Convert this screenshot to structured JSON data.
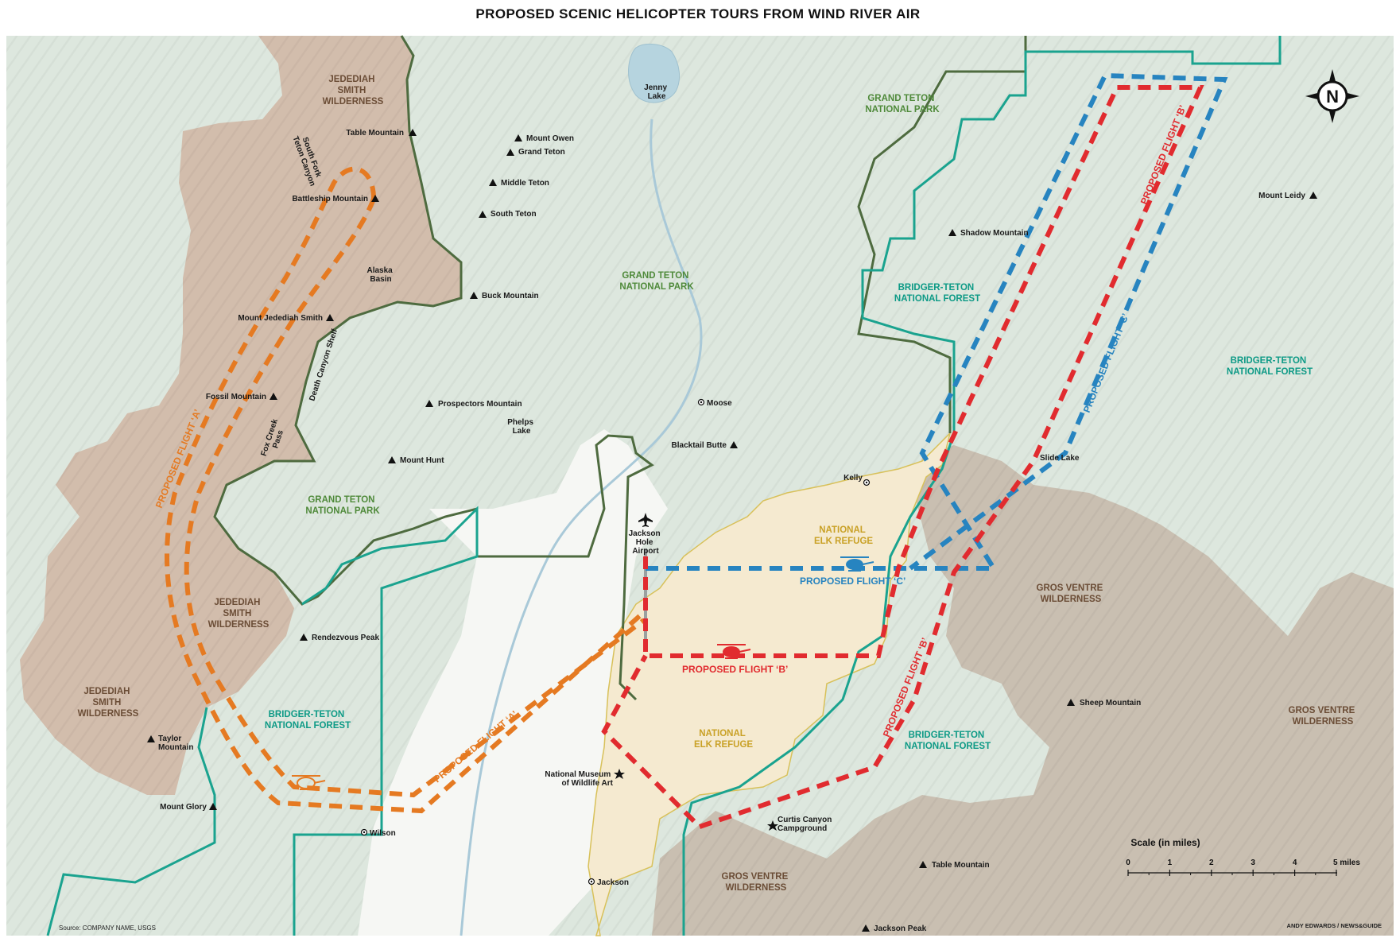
{
  "title": "PROPOSED SCENIC HELICOPTER TOURS FROM WIND RIVER AIR",
  "source": "Source: COMPANY NAME, USGS",
  "credit": "ANDY EDWARDS / NEWS&GUIDE",
  "compass_label": "N",
  "scale": {
    "title": "Scale (in miles)",
    "ticks": [
      "0",
      "1",
      "2",
      "3",
      "4",
      "5 miles"
    ]
  },
  "colors": {
    "flight_a": "#e57a22",
    "flight_b": "#e12b2f",
    "flight_c": "#2784c0",
    "wilderness": "#c9b3a0",
    "national_forest": "#d8e9dc",
    "elk_refuge": "#f7ecd2",
    "park_boundary": "#4e6b3f",
    "forest_boundary": "#1aa38f"
  },
  "areas": {
    "jedediah_1": [
      "JEDEDIAH",
      "SMITH",
      "WILDERNESS"
    ],
    "jedediah_2": [
      "JEDEDIAH",
      "SMITH",
      "WILDERNESS"
    ],
    "jedediah_3": [
      "JEDEDIAH",
      "SMITH",
      "WILDERNESS"
    ],
    "gtnp_1": [
      "GRAND TETON",
      "NATIONAL PARK"
    ],
    "gtnp_2": [
      "GRAND TETON",
      "NATIONAL PARK"
    ],
    "gtnp_3": [
      "GRAND TETON",
      "NATIONAL PARK"
    ],
    "btnf_1": [
      "BRIDGER-TETON",
      "NATIONAL FOREST"
    ],
    "btnf_2": [
      "BRIDGER-TETON",
      "NATIONAL FOREST"
    ],
    "btnf_3": [
      "BRIDGER-TETON",
      "NATIONAL FOREST"
    ],
    "btnf_4": [
      "BRIDGER-TETON",
      "NATIONAL FOREST"
    ],
    "elk_1": [
      "NATIONAL",
      "ELK REFUGE"
    ],
    "elk_2": [
      "NATIONAL",
      "ELK REFUGE"
    ],
    "gv_1": [
      "GROS VENTRE",
      "WILDERNESS"
    ],
    "gv_2": [
      "GROS VENTRE",
      "WILDERNESS"
    ],
    "gv_3": [
      "GROS VENTRE",
      "WILDERNESS"
    ]
  },
  "peaks": {
    "table_mountain_w": "Table Mountain",
    "mount_owen": "Mount Owen",
    "grand_teton": "Grand Teton",
    "middle_teton": "Middle Teton",
    "south_teton": "South Teton",
    "battleship": "Battleship Mountain",
    "buck": "Buck Mountain",
    "jedediah_smith": "Mount Jedediah Smith",
    "fossil": "Fossil Mountain",
    "prospectors": "Prospectors Mountain",
    "hunt": "Mount Hunt",
    "blacktail": "Blacktail Butte",
    "shadow": "Shadow Mountain",
    "leidy": "Mount Leidy",
    "rendezvous": "Rendezvous Peak",
    "taylor": [
      "Taylor",
      "Mountain"
    ],
    "glory": "Mount Glory",
    "sheep": "Sheep Mountain",
    "table_mountain_e": "Table Mountain",
    "jackson_peak": "Jackson Peak"
  },
  "places": {
    "jenny_lake": [
      "Jenny",
      "Lake"
    ],
    "phelps_lake": [
      "Phelps",
      "Lake"
    ],
    "alaska_basin": [
      "Alaska",
      "Basin"
    ],
    "south_fork": [
      "South Fork",
      "Teton Canyon"
    ],
    "death_canyon": "Death Canyon Shelf",
    "fox_creek": [
      "Fox Creek",
      "Pass"
    ],
    "moose": "Moose",
    "kelly": "Kelly",
    "slide_lake": "Slide Lake",
    "airport": [
      "Jackson",
      "Hole",
      "Airport"
    ],
    "museum": [
      "National Museum",
      "of Wildlife Art"
    ],
    "wilson": "Wilson",
    "jackson": "Jackson",
    "curtis": [
      "Curtis Canyon",
      "Campground"
    ]
  },
  "flights": {
    "a_label": "PROPOSED FLIGHT ‘A’",
    "b_label": "PROPOSED FLIGHT ‘B’",
    "c_label": "PROPOSED FLIGHT ‘C’"
  }
}
